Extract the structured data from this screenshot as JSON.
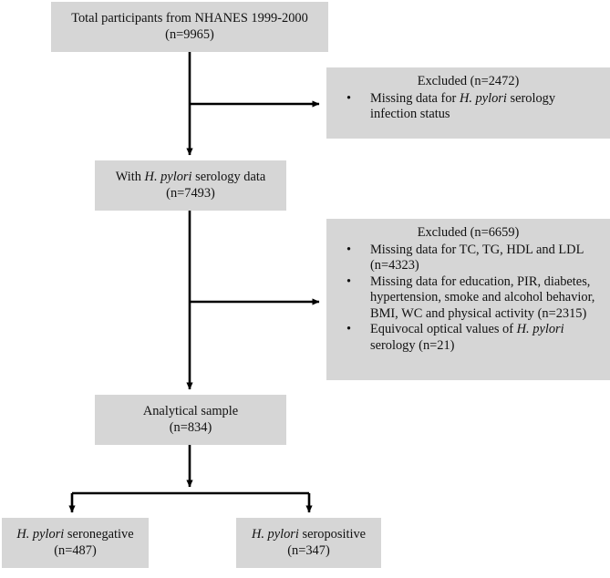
{
  "chart_data": {
    "type": "diagram",
    "title": "Participant selection flow diagram",
    "nodes": [
      {
        "id": "total",
        "label": "Total participants from NHANES 1999-2000",
        "count": "(n=9965)"
      },
      {
        "id": "serology",
        "label_pre": "With ",
        "label_italic": "H. pylori",
        "label_post": " serology data",
        "count": "(n=7493)"
      },
      {
        "id": "analytical",
        "label": "Analytical sample",
        "count": "(n=834)"
      },
      {
        "id": "seronegative",
        "label_italic": "H. pylori",
        "label_post": " seronegative",
        "count": "(n=487)"
      },
      {
        "id": "seropositive",
        "label_italic": "H. pylori",
        "label_post": " seropositive",
        "count": "(n=347)"
      }
    ],
    "exclusions": [
      {
        "id": "excl1",
        "title": "Excluded (n=2472)",
        "n": 2472,
        "items": 1
      },
      {
        "id": "excl2",
        "title": "Excluded (n=6659)",
        "n": 6659,
        "items": 3
      }
    ],
    "flow": [
      "9965 -> 7493 (excluded 2472)",
      "7493 -> 834 (excluded 6659)",
      "834 -> 487 seronegative + 347 seropositive"
    ]
  },
  "colors": {
    "box_fill": "#d6d6d6",
    "text": "#111111",
    "background": "#ffffff",
    "connector": "#000000"
  },
  "nodes": {
    "total": {
      "line1": "Total participants from NHANES 1999-2000",
      "line2": "(n=9965)"
    },
    "serology": {
      "line1_pre": "With ",
      "line1_italic": "H. pylori",
      "line1_post": " serology data",
      "line2": "(n=7493)"
    },
    "analytical": {
      "line1": "Analytical sample",
      "line2": "(n=834)"
    },
    "seronegative": {
      "line1_italic": "H. pylori",
      "line1_post": " seronegative",
      "line2": "(n=487)"
    },
    "seropositive": {
      "line1_italic": "H. pylori",
      "line1_post": " seropositive",
      "line2": "(n=347)"
    }
  },
  "exclusion1": {
    "title": "Excluded (n=2472)",
    "bullet_glyph": "•",
    "items": [
      {
        "pre": "Missing data for ",
        "italic": "H. pylori",
        "post": " serology",
        "line2": "infection status"
      }
    ]
  },
  "exclusion2": {
    "title": "Excluded (n=6659)",
    "bullet_glyph": "•",
    "items": [
      {
        "line1": "Missing data for TC, TG, HDL and LDL",
        "line2": "(n=4323)"
      },
      {
        "line1": "Missing data for education, PIR, diabetes,",
        "line2": "hypertension, smoke and alcohol behavior,",
        "line3": "BMI, WC and physical activity (n=2315)"
      },
      {
        "pre": "Equivocal optical values of ",
        "italic": "H. pylori",
        "post": "",
        "line2": "serology (n=21)"
      }
    ]
  }
}
